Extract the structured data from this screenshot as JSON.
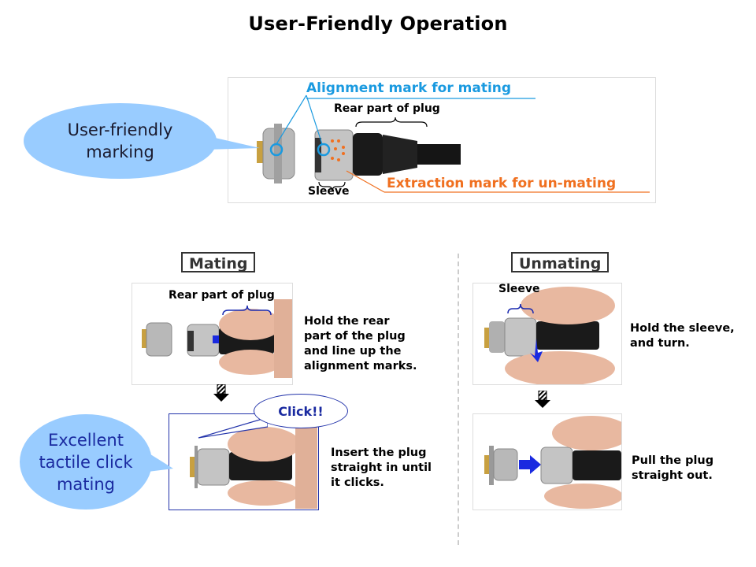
{
  "title": "User-Friendly Operation",
  "top_section": {
    "callout": "User-friendly marking",
    "callout_lines": [
      "User-friendly",
      "marking"
    ],
    "labels": {
      "alignment_mark": "Alignment mark for mating",
      "rear_part": "Rear part of plug",
      "sleeve": "Sleeve",
      "extraction_mark": "Extraction mark for un-mating"
    }
  },
  "mating": {
    "heading": "Mating",
    "step1": {
      "photo_label": "Rear part of plug",
      "desc_lines": [
        "Hold the rear",
        "part of the plug",
        "and line up the",
        "alignment marks."
      ]
    },
    "step2": {
      "click_label": "Click!!",
      "desc_lines": [
        "Insert the plug",
        "straight in until",
        "it clicks."
      ]
    },
    "callout_lines": [
      "Excellent",
      "tactile click",
      "mating"
    ]
  },
  "unmating": {
    "heading": "Unmating",
    "step1": {
      "photo_label": "Sleeve",
      "desc_lines": [
        "Hold the sleeve,",
        "and turn."
      ]
    },
    "step2": {
      "desc_lines": [
        "Pull the plug",
        "straight out."
      ]
    }
  },
  "colors": {
    "callout_fill": "#99ccff",
    "alignment_blue": "#1a9ae0",
    "extraction_orange": "#f07020",
    "click_blue": "#1a2aa0"
  }
}
